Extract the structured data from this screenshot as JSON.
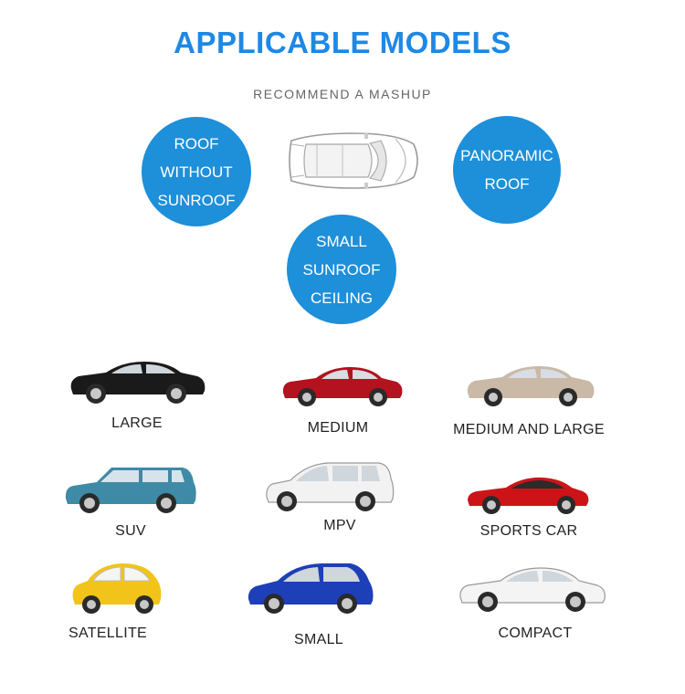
{
  "header": {
    "title": "APPLICABLE MODELS",
    "subtitle": "RECOMMEND A MASHUP"
  },
  "roof_types": [
    {
      "lines": [
        "ROOF",
        "WITHOUT",
        "SUNROOF"
      ]
    },
    {
      "lines": [
        "PANORAMIC",
        "ROOF"
      ]
    },
    {
      "lines": [
        "SMALL",
        "SUNROOF",
        "CEILING"
      ]
    }
  ],
  "models": [
    {
      "label": "LARGE",
      "body_color": "#1a1a1a",
      "style": "sedan-large"
    },
    {
      "label": "MEDIUM",
      "body_color": "#b3121f",
      "style": "sedan"
    },
    {
      "label": "MEDIUM AND LARGE",
      "body_color": "#c9b9a6",
      "style": "sedan"
    },
    {
      "label": "SUV",
      "body_color": "#3f8aa6",
      "style": "suv"
    },
    {
      "label": "MPV",
      "body_color": "#f2f2f2",
      "style": "mpv"
    },
    {
      "label": "SPORTS CAR",
      "body_color": "#cc1418",
      "style": "sports"
    },
    {
      "label": "SATELLITE",
      "body_color": "#f2c419",
      "style": "microcar"
    },
    {
      "label": "SMALL",
      "body_color": "#1d3fb8",
      "style": "hatchback"
    },
    {
      "label": "COMPACT",
      "body_color": "#f4f4f4",
      "style": "sedan"
    }
  ],
  "colors": {
    "accent": "#1e88e5",
    "circle": "#1e8fd9"
  }
}
